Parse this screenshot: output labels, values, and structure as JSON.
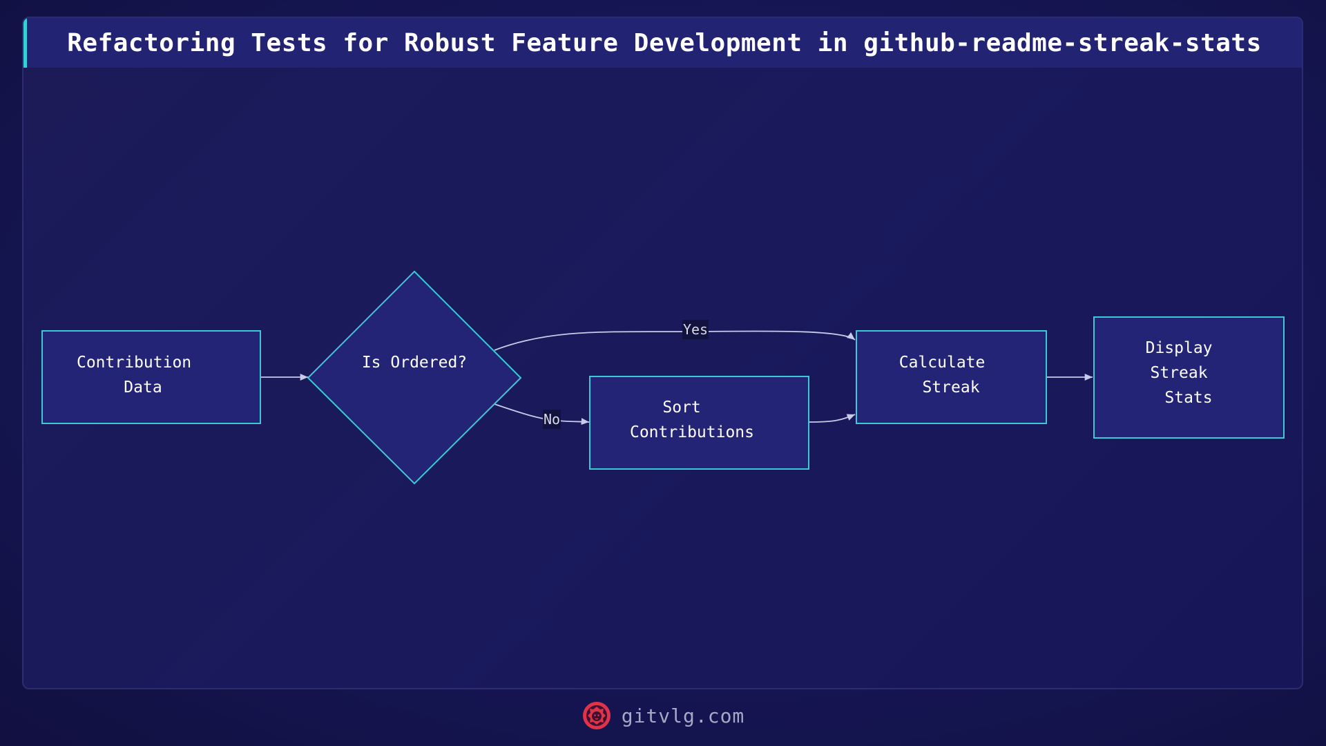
{
  "title": "Refactoring Tests for Robust Feature Development in github-readme-streak-stats",
  "diagram": {
    "nodes": {
      "contribution_data": {
        "lines": [
          "Contribution",
          "Data"
        ]
      },
      "is_ordered": {
        "lines": [
          "Is Ordered?"
        ]
      },
      "sort_contributions": {
        "lines": [
          "Sort",
          "Contributions"
        ]
      },
      "calculate_streak": {
        "lines": [
          "Calculate",
          "Streak"
        ]
      },
      "display_stats": {
        "lines": [
          "Display",
          "Streak",
          "Stats"
        ]
      }
    },
    "edges": {
      "yes_label": "Yes",
      "no_label": "No"
    }
  },
  "footer": {
    "site": "gitvlg.com"
  },
  "colors": {
    "node_fill": "#232476",
    "node_border": "#3ccbd6",
    "accent": "#35d0d8",
    "logo": "#e0334a"
  }
}
